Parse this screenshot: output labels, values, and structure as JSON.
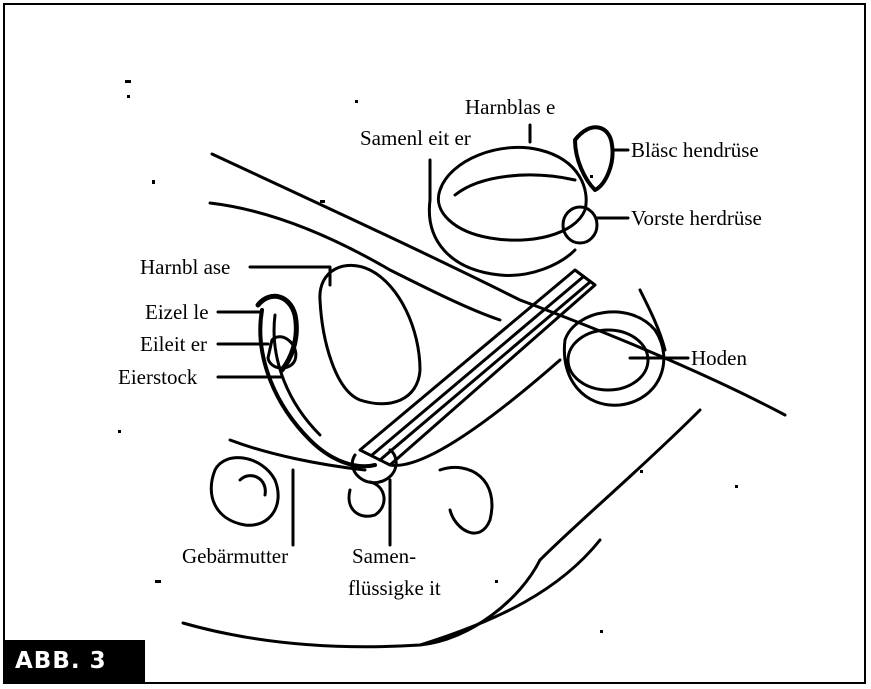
{
  "figure": {
    "badge": "ABB. 3"
  },
  "labels": {
    "harnblase_male": "Harnblas e",
    "samenleiter": "Samenl eit er",
    "blaeschendruese": "Bläsc hendrüse",
    "vorsteherdruese": "Vorste herdrüse",
    "harnblase_female": "Harnbl ase",
    "eizelle": "Eizel le",
    "eileiter": "Eileit er",
    "eierstock": "Eierstock",
    "hoden": "Hoden",
    "gebaermutter": "Gebärmutter",
    "samen_line1": "Samen-",
    "samen_line2": "flüssigke it"
  }
}
